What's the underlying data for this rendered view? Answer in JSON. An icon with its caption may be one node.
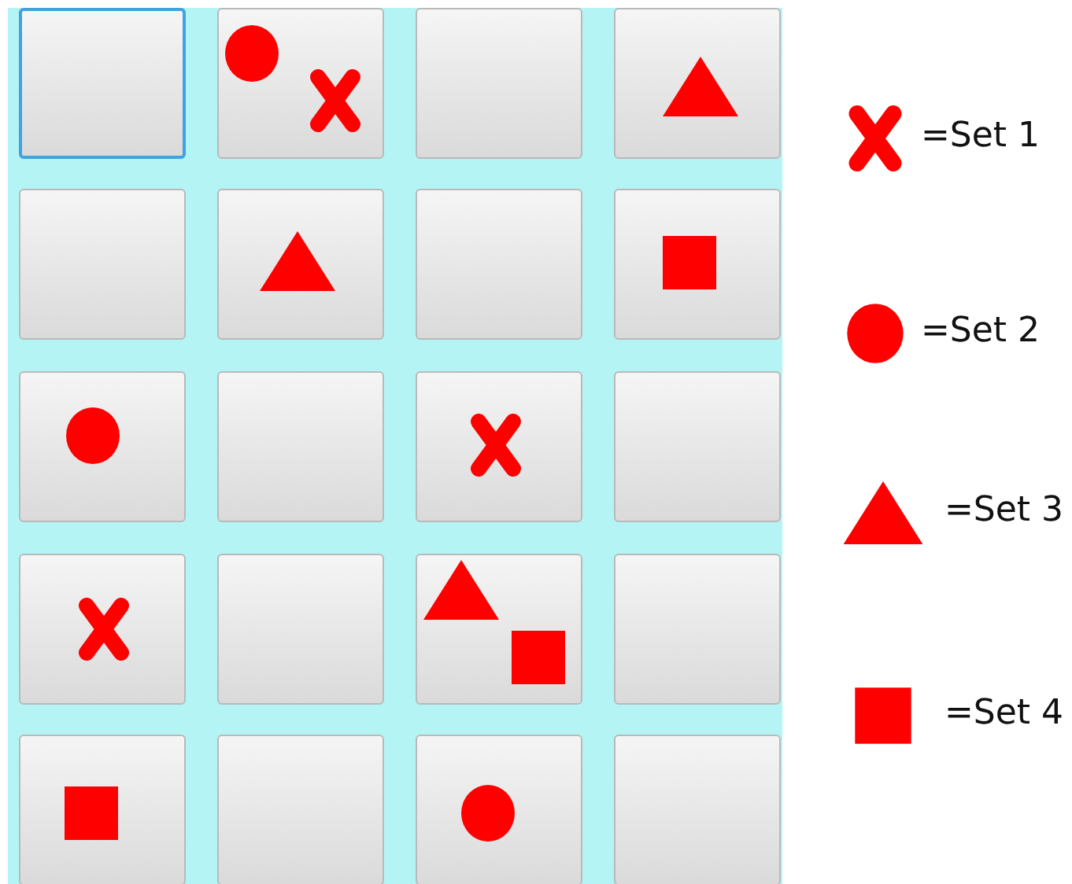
{
  "diagram": {
    "nodes": [
      {
        "text": [],
        "shape": "box"
      },
      {
        "text": [],
        "shape": "box"
      },
      {
        "text": [],
        "shape": "box"
      },
      {
        "text": [],
        "shape": "box"
      },
      {
        "text": [],
        "shape": "box"
      },
      {
        "text": [],
        "shape": "box"
      },
      {
        "text": [],
        "shape": "box"
      },
      {
        "text": [],
        "shape": "box"
      },
      {
        "text": [],
        "shape": "box"
      },
      {
        "text": [],
        "shape": "box"
      },
      {
        "text": [],
        "shape": "box"
      },
      {
        "text": [],
        "shape": "box"
      },
      {
        "text": [],
        "shape": "box"
      },
      {
        "text": [],
        "shape": "box"
      },
      {
        "text": [],
        "shape": "box"
      },
      {
        "text": [],
        "shape": "box"
      },
      {
        "text": [],
        "shape": "box"
      },
      {
        "text": [],
        "shape": "box"
      },
      {
        "text": [],
        "shape": "box"
      },
      {
        "text": [],
        "shape": "box"
      }
    ],
    "legend": [
      {
        "text": "=Set 1"
      },
      {
        "text": "=Set 2"
      },
      {
        "text": "=Set 3"
      },
      {
        "text": "=Set 4"
      }
    ]
  }
}
